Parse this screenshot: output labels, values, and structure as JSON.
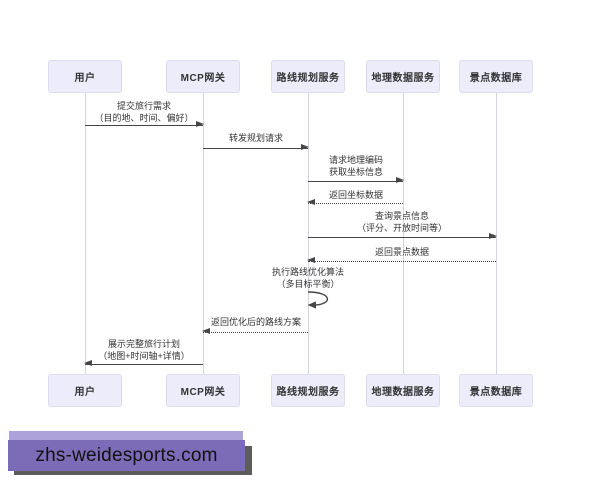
{
  "diagram": {
    "type": "sequence",
    "actors": [
      {
        "label": "用户"
      },
      {
        "label": "MCP网关"
      },
      {
        "label": "路线规划服务"
      },
      {
        "label": "地理数据服务"
      },
      {
        "label": "景点数据库"
      }
    ],
    "messages": [
      {
        "line1": "提交旅行需求",
        "line2": "（目的地、时间、偏好）",
        "from": "用户",
        "to": "MCP网关",
        "style": "solid"
      },
      {
        "line1": "转发规划请求",
        "line2": "",
        "from": "MCP网关",
        "to": "路线规划服务",
        "style": "solid"
      },
      {
        "line1": "请求地理编码",
        "line2": "获取坐标信息",
        "from": "路线规划服务",
        "to": "地理数据服务",
        "style": "solid"
      },
      {
        "line1": "返回坐标数据",
        "line2": "",
        "from": "地理数据服务",
        "to": "路线规划服务",
        "style": "dashed"
      },
      {
        "line1": "查询景点信息",
        "line2": "（评分、开放时间等）",
        "from": "路线规划服务",
        "to": "景点数据库",
        "style": "solid"
      },
      {
        "line1": "返回景点数据",
        "line2": "",
        "from": "景点数据库",
        "to": "路线规划服务",
        "style": "dashed"
      },
      {
        "line1": "执行路线优化算法",
        "line2": "（多目标平衡）",
        "from": "路线规划服务",
        "to": "路线规划服务",
        "style": "self-loop"
      },
      {
        "line1": "返回优化后的路线方案",
        "line2": "",
        "from": "路线规划服务",
        "to": "MCP网关",
        "style": "dashed"
      },
      {
        "line1": "展示完整旅行计划",
        "line2": "（地图+时间轴+详情）",
        "from": "MCP网关",
        "to": "用户",
        "style": "solid"
      }
    ],
    "colors": {
      "actor_fill": "#ECECFB",
      "actor_border": "#DCDCF0",
      "lifeline": "#D5D5DF",
      "arrow": "#454545",
      "text": "#333333"
    }
  },
  "watermark": {
    "text": "zhs-weidesports.com",
    "band_color": "#AEA2DA",
    "box_color": "#7C6CB8",
    "shadow_color": "#5C5C5C"
  }
}
